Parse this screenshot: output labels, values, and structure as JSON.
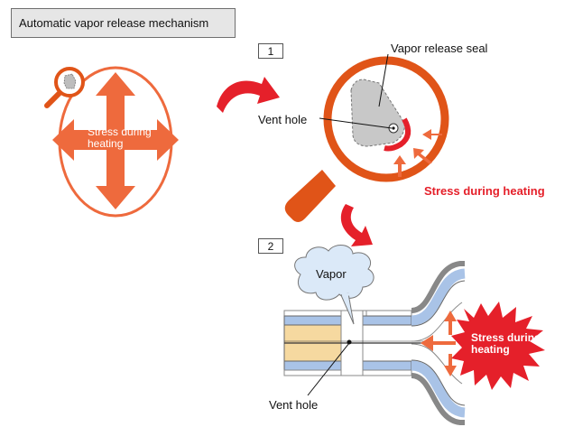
{
  "title": "Automatic vapor release mechanism",
  "steps": [
    "1",
    "2"
  ],
  "labels": {
    "vapor_release_seal": "Vapor release seal",
    "vent_hole_1": "Vent hole",
    "stress_small": "Stress during\nheating",
    "stress_red": "Stress during heating",
    "vapor": "Vapor",
    "stress_star": "Stress during\nheating",
    "vent_hole_2": "Vent hole"
  },
  "colors": {
    "orange": "#ee6a3d",
    "dark_orange": "#e05418",
    "red": "#e5202a",
    "seal_gray": "#c8c8c8",
    "film_blue": "#a9c3e7",
    "film_tan": "#f6d9a0",
    "cloud": "#dbe9f8"
  }
}
